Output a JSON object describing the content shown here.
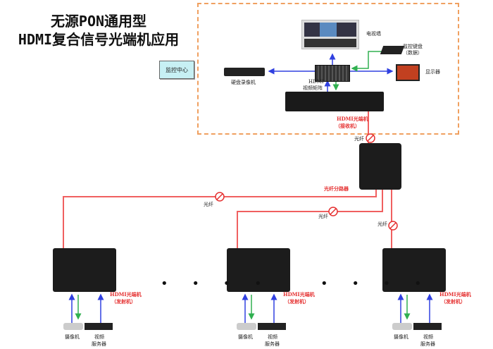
{
  "title": {
    "line1": "无源PON通用型",
    "line2": "HDMI复合信号光端机应用"
  },
  "control_center": {
    "label": "监控中心",
    "devices": {
      "video_wall": "电视墙",
      "keyboard_line1": "监控键盘",
      "keyboard_line2": "（数据）",
      "display": "显示器",
      "dvr": "硬盘录像机",
      "matrix_line1": "HDMI",
      "matrix_line2": "视频矩阵",
      "receiver_line1": "HDMI光端机",
      "receiver_line2": "（接收机）"
    }
  },
  "splitter": {
    "label": "光纤分路器"
  },
  "fiber_label": "光纤",
  "ellipsis": "• • • •",
  "transmitters": [
    {
      "line1": "HDMI光端机",
      "line2": "（发射机）",
      "camera": "摄像机",
      "server_line1": "视频",
      "server_line2": "服务器"
    },
    {
      "line1": "HDMI光端机",
      "line2": "（发射机）",
      "camera": "摄像机",
      "server_line1": "视频",
      "server_line2": "服务器"
    },
    {
      "line1": "HDMI光端机",
      "line2": "（发射机）",
      "camera": "摄像机",
      "server_line1": "视频",
      "server_line2": "服务器"
    }
  ],
  "colors": {
    "fiber": "#f06060",
    "video_forward": "#3040e0",
    "data_return": "#30b050",
    "zone_border": "#f0a060",
    "control_box": "#c7f0f4"
  }
}
